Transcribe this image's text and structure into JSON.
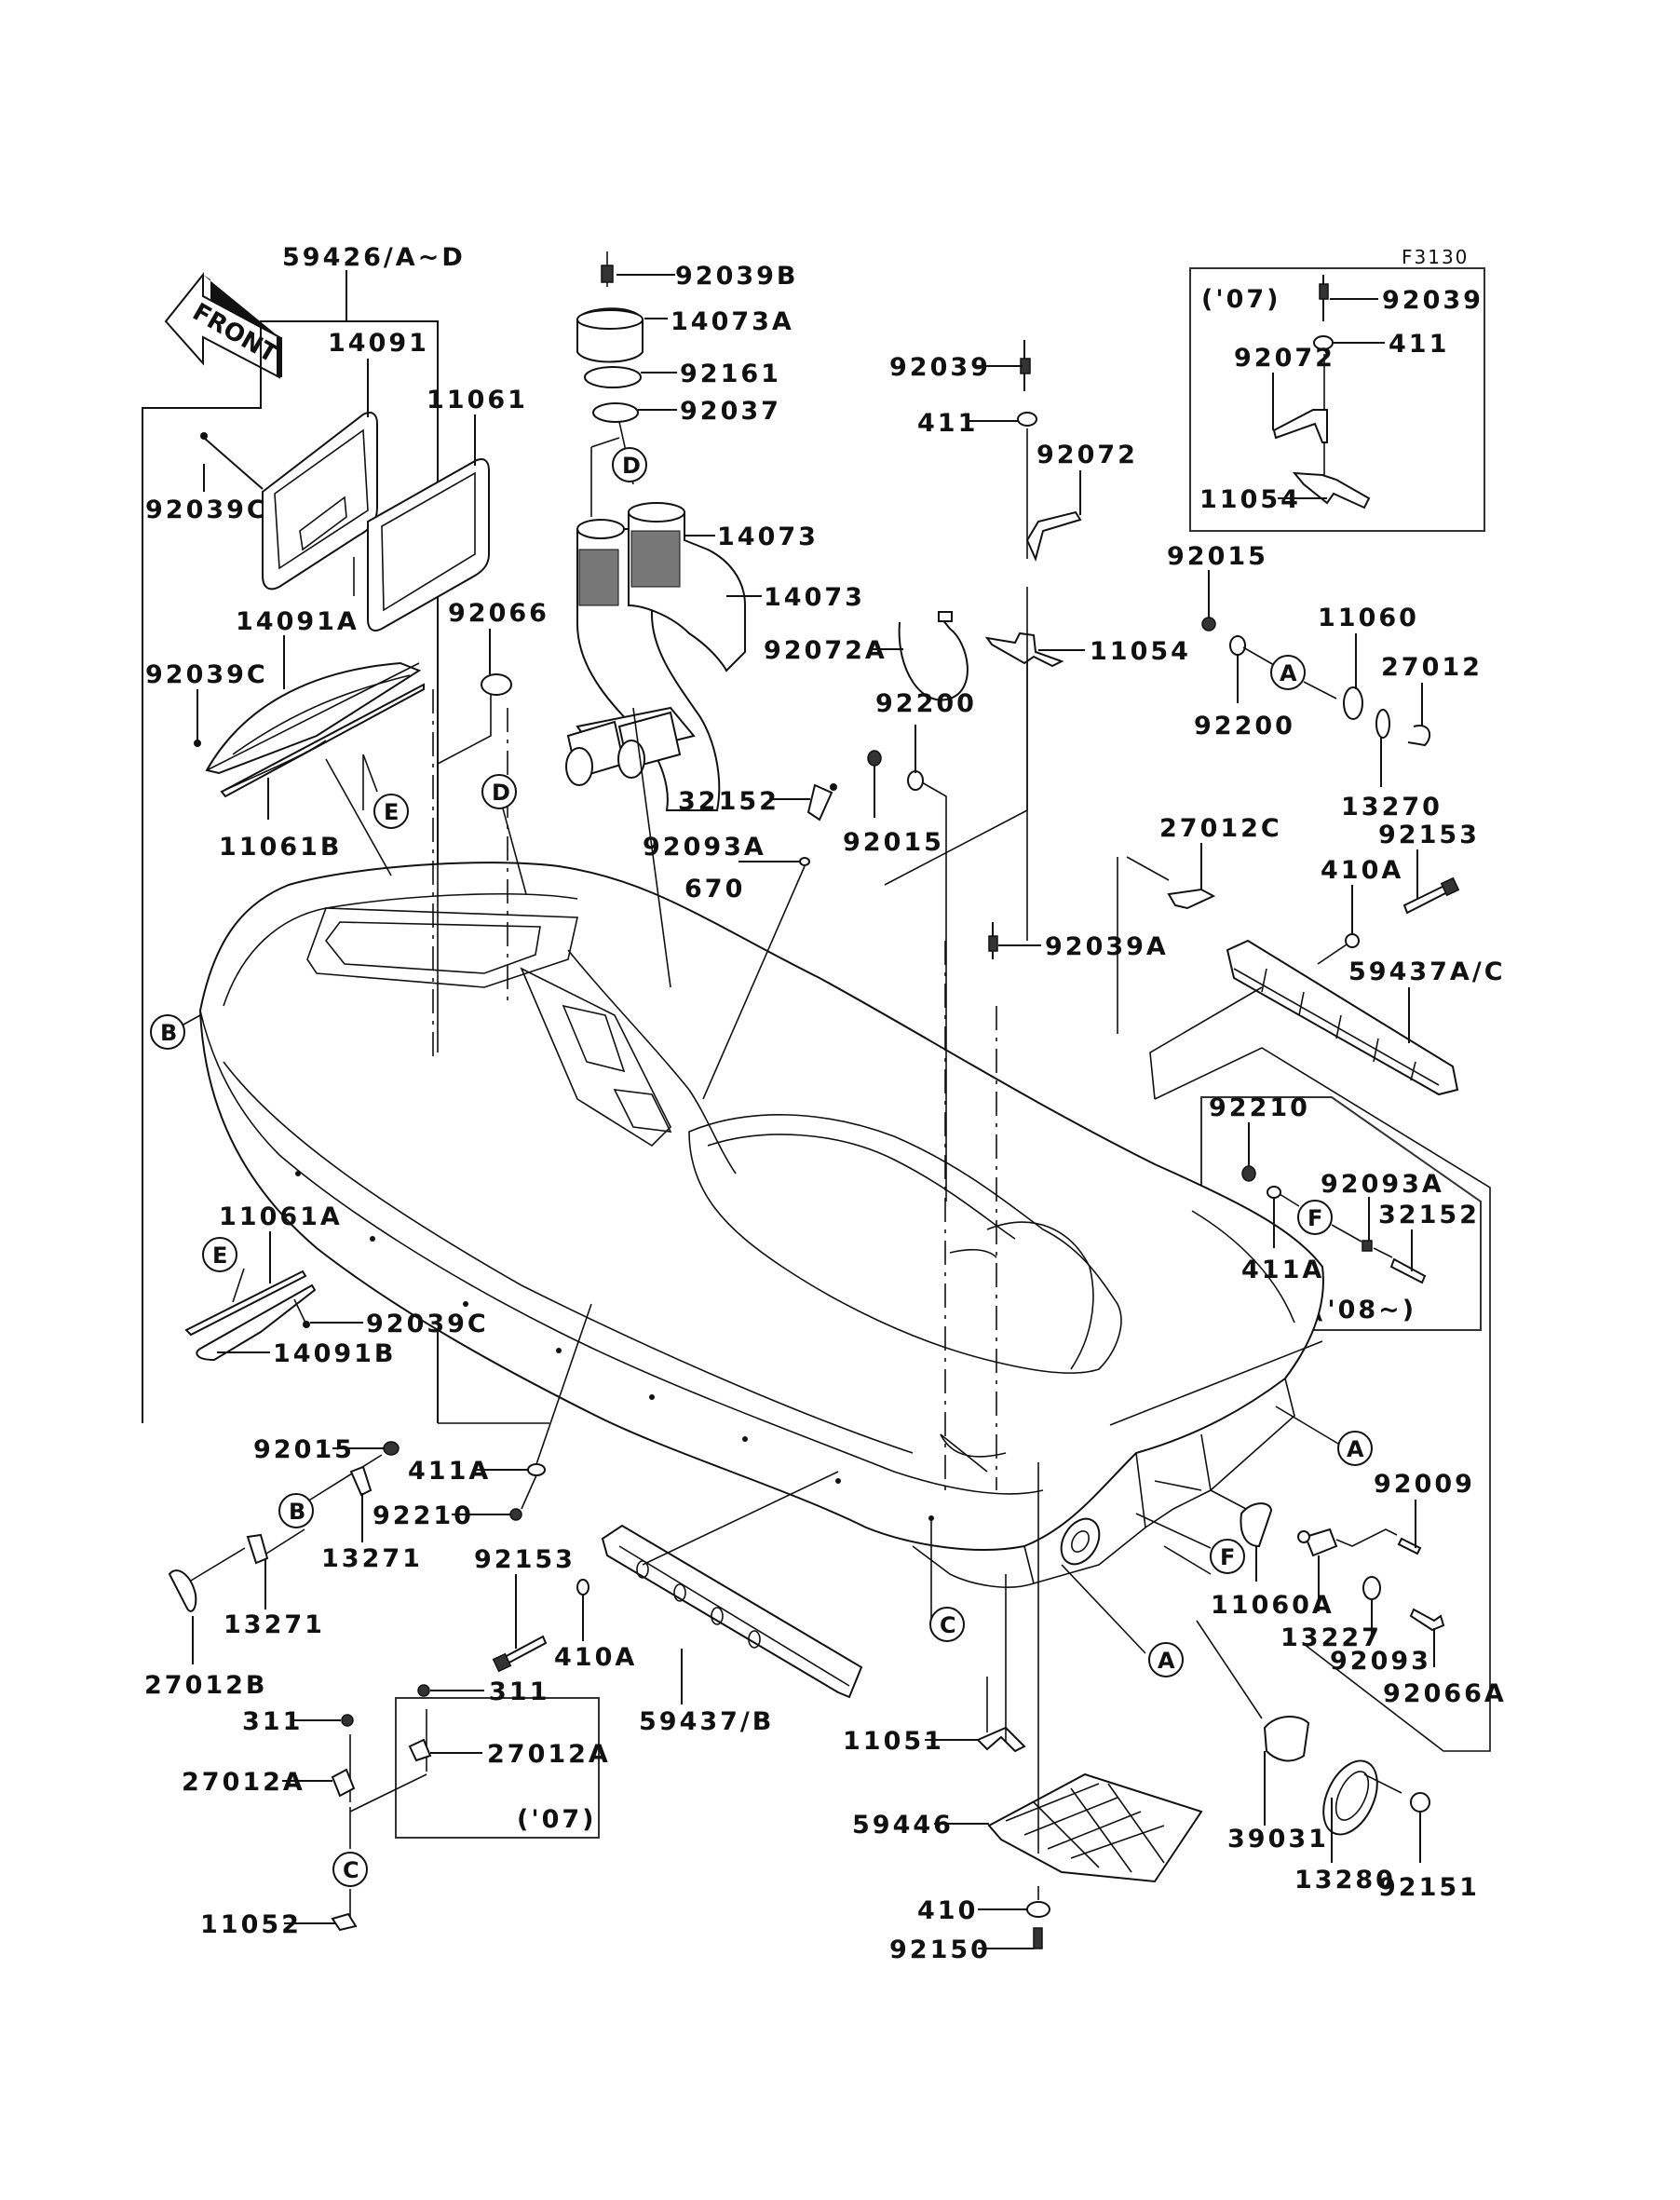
{
  "diagram": {
    "figure_code": "F3130",
    "front_indicator": "FRONT",
    "year_notes": {
      "boxA": "('07)",
      "boxB": "('08~)",
      "boxC": "('07)"
    },
    "ref_letters": [
      "A",
      "B",
      "C",
      "D",
      "E",
      "F"
    ],
    "parts": [
      {
        "id": "p59426",
        "label": "59426/A~D"
      },
      {
        "id": "p14091",
        "label": "14091"
      },
      {
        "id": "p11061",
        "label": "11061"
      },
      {
        "id": "p92039C_1",
        "label": "92039C"
      },
      {
        "id": "p14091A",
        "label": "14091A"
      },
      {
        "id": "p92066",
        "label": "92066"
      },
      {
        "id": "p92039C_2",
        "label": "92039C"
      },
      {
        "id": "p11061B",
        "label": "11061B"
      },
      {
        "id": "p92039B",
        "label": "92039B"
      },
      {
        "id": "p14073A",
        "label": "14073A"
      },
      {
        "id": "p92161",
        "label": "92161"
      },
      {
        "id": "p92037",
        "label": "92037"
      },
      {
        "id": "p14073_1",
        "label": "14073"
      },
      {
        "id": "p14073_2",
        "label": "14073"
      },
      {
        "id": "p92072A",
        "label": "92072A"
      },
      {
        "id": "p92039",
        "label": "92039"
      },
      {
        "id": "p411",
        "label": "411"
      },
      {
        "id": "p92072",
        "label": "92072"
      },
      {
        "id": "p11054",
        "label": "11054"
      },
      {
        "id": "p92200_1",
        "label": "92200"
      },
      {
        "id": "p32152_1",
        "label": "32152"
      },
      {
        "id": "p92015_1",
        "label": "92015"
      },
      {
        "id": "p92093A_1",
        "label": "92093A"
      },
      {
        "id": "p670",
        "label": "670"
      },
      {
        "id": "p92039A",
        "label": "92039A"
      },
      {
        "id": "p27012C",
        "label": "27012C"
      },
      {
        "id": "pbox07_92039",
        "label": "92039"
      },
      {
        "id": "pbox07_411",
        "label": "411"
      },
      {
        "id": "pbox07_92072",
        "label": "92072"
      },
      {
        "id": "pbox07_11054",
        "label": "11054"
      },
      {
        "id": "p92015_2",
        "label": "92015"
      },
      {
        "id": "p11060",
        "label": "11060"
      },
      {
        "id": "p27012",
        "label": "27012"
      },
      {
        "id": "p92200_2",
        "label": "92200"
      },
      {
        "id": "p13270",
        "label": "13270"
      },
      {
        "id": "p92153_1",
        "label": "92153"
      },
      {
        "id": "p410A_1",
        "label": "410A"
      },
      {
        "id": "p59437AC",
        "label": "59437A/C"
      },
      {
        "id": "p92210_1",
        "label": "92210"
      },
      {
        "id": "p92093A_2",
        "label": "92093A"
      },
      {
        "id": "p32152_2",
        "label": "32152"
      },
      {
        "id": "p411A_1",
        "label": "411A"
      },
      {
        "id": "p11061A",
        "label": "11061A"
      },
      {
        "id": "p92039C_3",
        "label": "92039C"
      },
      {
        "id": "p14091B",
        "label": "14091B"
      },
      {
        "id": "p92015_3",
        "label": "92015"
      },
      {
        "id": "p411A_2",
        "label": "411A"
      },
      {
        "id": "p92210_2",
        "label": "92210"
      },
      {
        "id": "p13271_1",
        "label": "13271"
      },
      {
        "id": "p13271_2",
        "label": "13271"
      },
      {
        "id": "p27012B",
        "label": "27012B"
      },
      {
        "id": "p92153_2",
        "label": "92153"
      },
      {
        "id": "p410A_2",
        "label": "410A"
      },
      {
        "id": "p59437B",
        "label": "59437/B"
      },
      {
        "id": "p311_1",
        "label": "311"
      },
      {
        "id": "p27012A_1",
        "label": "27012A"
      },
      {
        "id": "p11052",
        "label": "11052"
      },
      {
        "id": "p311_2",
        "label": "311"
      },
      {
        "id": "p27012A_2",
        "label": "27012A"
      },
      {
        "id": "p92009",
        "label": "92009"
      },
      {
        "id": "p11060A",
        "label": "11060A"
      },
      {
        "id": "p13227",
        "label": "13227"
      },
      {
        "id": "p92093",
        "label": "92093"
      },
      {
        "id": "p92066A",
        "label": "92066A"
      },
      {
        "id": "p11051",
        "label": "11051"
      },
      {
        "id": "p59446",
        "label": "59446"
      },
      {
        "id": "p410",
        "label": "410"
      },
      {
        "id": "p92150",
        "label": "92150"
      },
      {
        "id": "p39031",
        "label": "39031"
      },
      {
        "id": "p13280",
        "label": "13280"
      },
      {
        "id": "p92151",
        "label": "92151"
      }
    ]
  }
}
